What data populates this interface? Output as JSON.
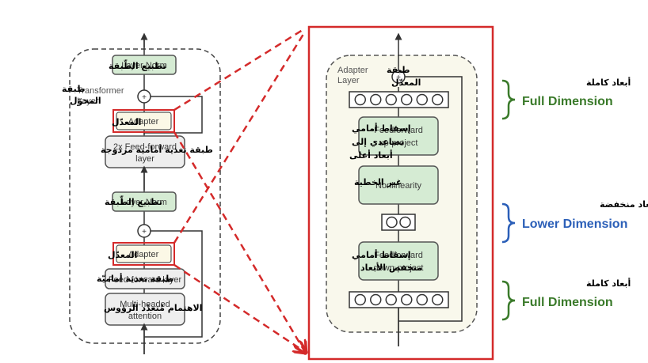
{
  "colors": {
    "green_box": "#d5ebd3",
    "adapter_box": "#fbf8e6",
    "gray_box": "#eeeeee",
    "highlight_red": "#d42a2a",
    "full_dimension": "#3a7a2a",
    "lower_dimension": "#2b5fb8",
    "adapter_bg": "#f9f8ec"
  },
  "left_panel": {
    "layer_label_line1": "Transformer",
    "layer_label_line2": "Layer",
    "boxes": {
      "layer_norm_top": "Layer Norm",
      "adapter_top": "Adapter",
      "ffn_2x_line1": "2x Feed-forward",
      "ffn_2x_line2": "layer",
      "layer_norm_bottom": "Layer Norm",
      "adapter_bottom": "Adapter",
      "ffn": "Feed-forward layer",
      "mha_line1": "Multi-headed",
      "mha_line2": "attention"
    },
    "plus_symbol": "+",
    "arabic": {
      "layer_norm_top": "تطبيع الطّبقة",
      "transformer_layer_line1": "طبقة",
      "transformer_layer_line2": "المحوّل",
      "adapter_top": "المعدّل",
      "ffn_2x": "طبقة تغذية أمامية مزدوجة",
      "layer_norm_bottom": "تطبيع الطّبقة",
      "adapter_bottom": "المعدّل",
      "ffn": "طبقة تغذية أماميّة",
      "mha": "الاهتمام مُتعدّد الرؤوس"
    }
  },
  "right_panel": {
    "layer_label_line1": "Adapter",
    "layer_label_line2": "Layer",
    "plus_symbol": "+",
    "boxes": {
      "up_project_line1": "Feedforward",
      "up_project_line2": "up-project",
      "nonlinearity": "Nonlinearity",
      "down_project_line1": "Feedforward",
      "down_project_line2": "down-project"
    },
    "neurons": {
      "top_count": 6,
      "middle_count": 2,
      "bottom_count": 6
    },
    "arabic": {
      "adapter_layer_line1": "طبقة",
      "adapter_layer_line2": "المعدّل",
      "up_project_line1": "إسقاط أمامي",
      "up_project_line2": "تصاعدي إلى",
      "up_project_line3": "أبعاد أعلى",
      "nonlinearity": "غير الخطية",
      "down_project_line1": "إسقاط أمامي",
      "down_project_line2": "منخفض الأبعاد"
    }
  },
  "dimensions": {
    "top": {
      "arabic": "أبعاد كاملة",
      "label": "Full Dimension"
    },
    "middle": {
      "arabic": "أبعاد منخفضة",
      "label": "Lower Dimension"
    },
    "bottom": {
      "arabic": "أبعاد كاملة",
      "label": "Full Dimension"
    }
  }
}
